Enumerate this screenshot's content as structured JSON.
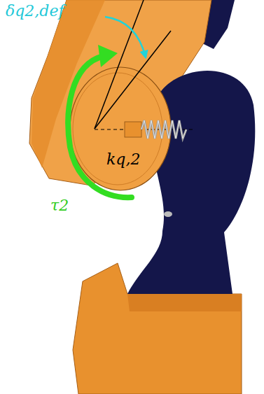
{
  "diagram": {
    "labels": [
      "δq2,def",
      "kq,2",
      "τ2"
    ]
  }
}
